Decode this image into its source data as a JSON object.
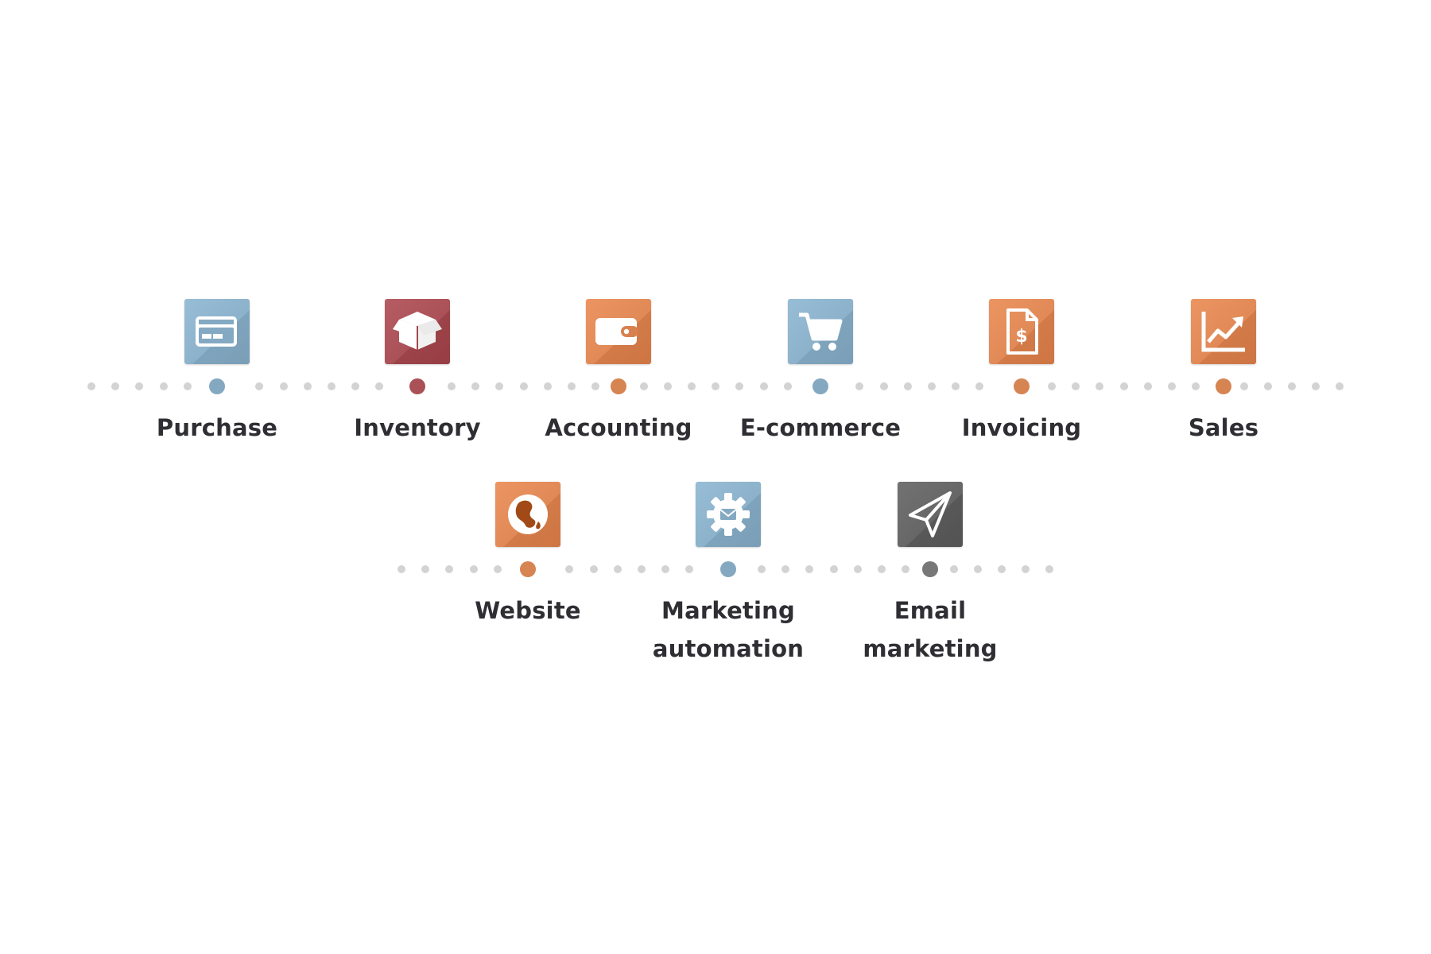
{
  "rows": [
    {
      "modules": [
        {
          "label": "Purchase",
          "icon": "credit-card-icon",
          "color": "#84a9c2",
          "accent": "#85a8c1"
        },
        {
          "label": "Inventory",
          "icon": "box-icon",
          "color": "#a2484f",
          "accent": "#a95157"
        },
        {
          "label": "Accounting",
          "icon": "wallet-icon",
          "color": "#d8814e",
          "accent": "#d68452"
        },
        {
          "label": "E-commerce",
          "icon": "shopping-cart-icon",
          "color": "#84a9c2",
          "accent": "#85a8c1"
        },
        {
          "label": "Invoicing",
          "icon": "invoice-dollar-icon",
          "color": "#d8814e",
          "accent": "#d68452"
        },
        {
          "label": "Sales",
          "icon": "trend-chart-icon",
          "color": "#d8814e",
          "accent": "#d68452"
        }
      ]
    },
    {
      "modules": [
        {
          "label": "Website",
          "icon": "globe-icon",
          "color": "#d8814e",
          "accent": "#d68452"
        },
        {
          "label": "Marketing automation",
          "icon": "gear-envelope-icon",
          "color": "#84a9c2",
          "accent": "#85a8c1"
        },
        {
          "label": "Email marketing",
          "icon": "paper-plane-icon",
          "color": "#5e5e5e",
          "accent": "#777777"
        }
      ]
    }
  ]
}
